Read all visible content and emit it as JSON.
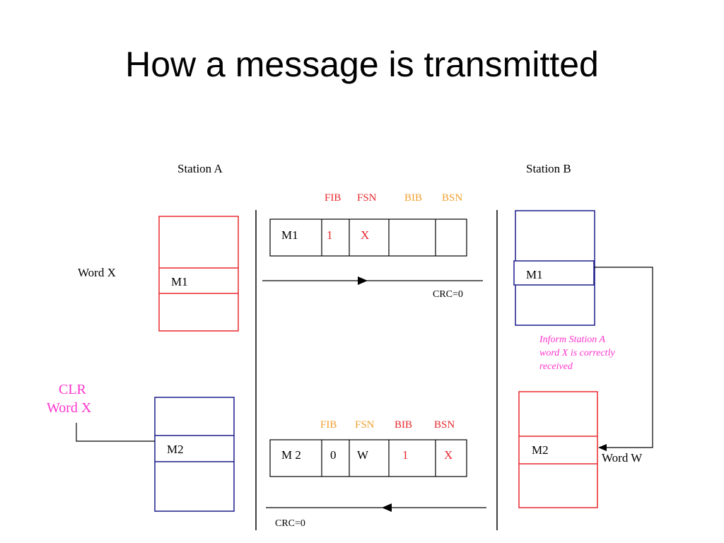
{
  "title": "How a message is transmitted",
  "station_a": "Station A",
  "station_b": "Station B",
  "top_frame": {
    "headers": [
      "FIB",
      "FSN",
      "BIB",
      "BSN"
    ],
    "cells": [
      "M1",
      "1",
      "X",
      "",
      ""
    ],
    "crc": "CRC=0"
  },
  "bottom_frame": {
    "headers": [
      "FIB",
      "FSN",
      "BIB",
      "BSN"
    ],
    "cells": [
      "M 2",
      "0",
      "W",
      "1",
      "X"
    ],
    "crc": "CRC=0"
  },
  "left": {
    "word_x": "Word X",
    "buffer_top_label": "M1",
    "clr_line1": "CLR",
    "clr_line2": "Word X",
    "buffer_bottom_label": "M2"
  },
  "right": {
    "buffer_top_label": "M1",
    "inform_line1": "Inform Station A",
    "inform_line2": "word X is correctly",
    "inform_line3": "received",
    "buffer_bottom_label": "M2",
    "word_w": "Word W"
  },
  "colors": {
    "red": "#e8282d",
    "blue": "#1c1c8c",
    "orange": "#f0a030",
    "red_text": "#e8282d",
    "magenta": "#ff33cc"
  }
}
